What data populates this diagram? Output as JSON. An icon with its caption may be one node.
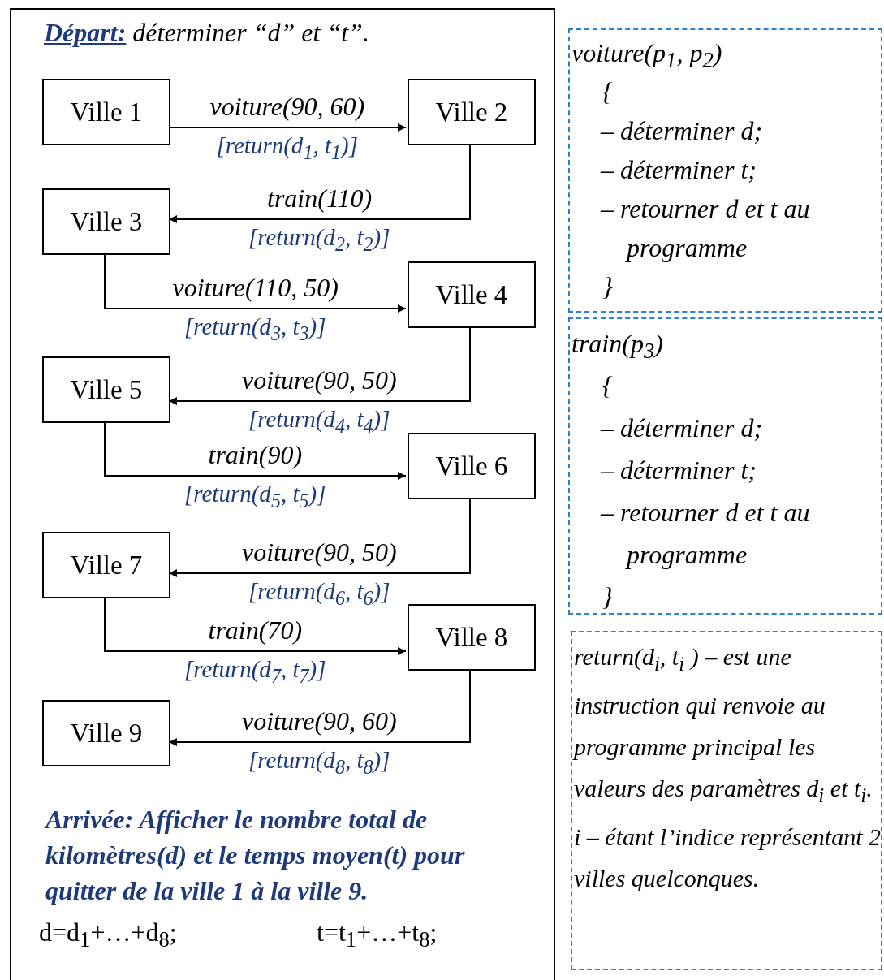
{
  "diagram": {
    "nodes": [
      {
        "text": [
          "**Départ:** déterminer “d” et “t”.",
          "Arrivée: Afficher le nombre total de kilomètres(d) et le temps moyen(t) pour quitter de la ville 1 à la ville 9.",
          "d=d$_{1}$+…+d$_{8}$;",
          "t=t$_{1}$+…+t$_{8}$;"
        ]
      },
      {
        "text": [
          "Ville 1"
        ],
        "in": 0
      },
      {
        "text": [
          "Ville 2"
        ],
        "in": 0
      },
      {
        "text": [
          "Ville 3"
        ],
        "in": 0
      },
      {
        "text": [
          "Ville 4"
        ],
        "in": 0
      },
      {
        "text": [
          "Ville 5"
        ],
        "in": 0
      },
      {
        "text": [
          "Ville 6"
        ],
        "in": 0
      },
      {
        "text": [
          "Ville 7"
        ],
        "in": 0
      },
      {
        "text": [
          "Ville 8"
        ],
        "in": 0
      },
      {
        "text": [
          "Ville 9"
        ],
        "in": 0
      },
      {
        "text": [
          "voiture(p$_{1}$, p$_{2}$)",
          "{",
          "– déterminer d;",
          "– déterminer t;",
          "– retourner d et t au programme",
          "}"
        ]
      },
      {
        "text": [
          "train(p$_{3}$)",
          "{",
          "– déterminer d;",
          "– déterminer t;",
          "– retourner d et t au programme",
          "}"
        ]
      },
      {
        "text": [
          "return(d$_{i}$, t$_{i}$ ) – est une instruction qui renvoie au programme principal les valeurs des paramètres d$_{i}$ et t$_{i}$. i – étant l’indice représentant 2 villes quelconques."
        ]
      }
    ],
    "edges": [
      {
        "from": 1,
        "to": 2,
        "arrow": "to",
        "label": "voiture(90, 60)"
      },
      {
        "from": 2,
        "to": 3,
        "arrow": "to",
        "label": "train(110)"
      },
      {
        "from": 3,
        "to": 4,
        "arrow": "to",
        "label": "voiture(110, 50)"
      },
      {
        "from": 4,
        "to": 5,
        "arrow": "to",
        "label": "voiture(90, 50)"
      },
      {
        "from": 5,
        "to": 6,
        "arrow": "to",
        "label": "train(90)"
      },
      {
        "from": 6,
        "to": 7,
        "arrow": "to",
        "label": "voiture(90, 50)"
      },
      {
        "from": 7,
        "to": 8,
        "arrow": "to",
        "label": "train(70)"
      },
      {
        "from": 8,
        "to": 9,
        "arrow": "to",
        "label": "voiture(90, 60)"
      }
    ],
    "labels": [
      "[return(d$_{1}$, t$_{1}$)]",
      "[return(d$_{2}$, t$_{2}$)]",
      "[return(d$_{3}$, t$_{3}$)]",
      "[return(d$_{4}$, t$_{4}$)]",
      "[return(d$_{5}$, t$_{5}$)]",
      "[return(d$_{6}$, t$_{6}$)]",
      "[return(d$_{7}$, t$_{7}$)]",
      "[return(d$_{8}$, t$_{8}$)]"
    ]
  }
}
